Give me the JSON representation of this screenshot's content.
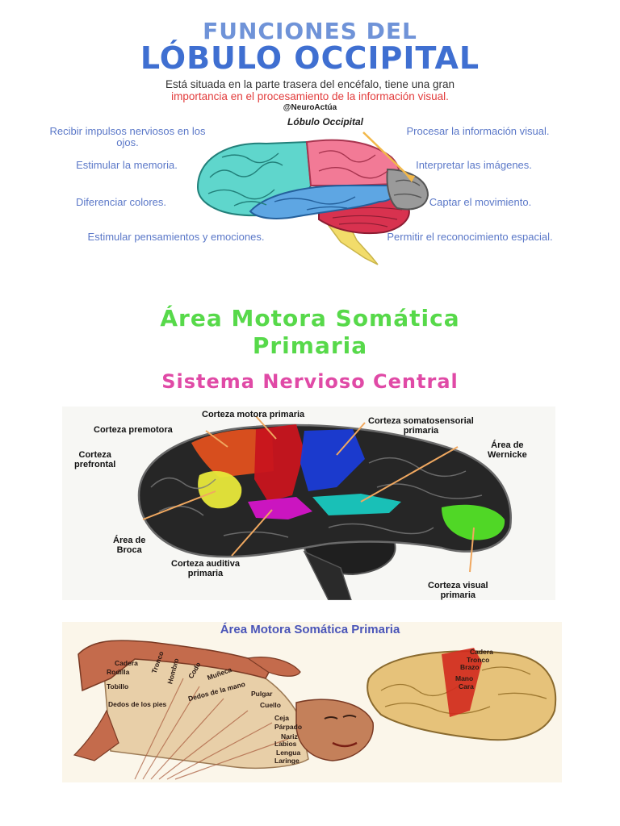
{
  "infographic": {
    "header_line1": "FUNCIONES DEL",
    "header_line2": "LÓBULO OCCIPITAL",
    "intro_line1": "Está situada en la parte trasera del encéfalo, tiene una gran",
    "intro_line2": "importancia en el procesamiento de la información visual.",
    "handle": "@NeuroActúa",
    "brain_label": "Lóbulo Occipital",
    "left_functions": [
      "Recibir impulsos nerviosos en los ojos.",
      "Estimular la memoria.",
      "Diferenciar colores.",
      "Estimular pensamientos y emociones."
    ],
    "right_functions": [
      "Procesar la información visual.",
      "Interpretar las imágenes.",
      "Captar el movimiento.",
      "Permitir el reconocimiento espacial."
    ],
    "colors": {
      "frontal": "#5fd6cc",
      "parietal": "#f27a96",
      "temporal": "#5ea6e3",
      "occipital": "#9a9a9a",
      "cerebellum": "#d8324f",
      "brainstem": "#f2dc6a",
      "accent_red": "#e23b3b"
    }
  },
  "headings": {
    "title_line1": "Área Motora Somática",
    "title_line2": "Primaria",
    "subtitle": "Sistema Nervioso Central"
  },
  "brain_map": {
    "labels": {
      "motora": "Corteza motora primaria",
      "premotora": "Corteza premotora",
      "somato_1": "Corteza somatosensorial",
      "somato_2": "primaria",
      "prefrontal_1": "Corteza",
      "prefrontal_2": "prefrontal",
      "wernicke_1": "Área de",
      "wernicke_2": "Wernicke",
      "broca_1": "Área de",
      "broca_2": "Broca",
      "auditiva_1": "Corteza auditiva",
      "auditiva_2": "primaria",
      "visual_1": "Corteza visual",
      "visual_2": "primaria"
    },
    "colors": {
      "premotora": "#e0501e",
      "motora": "#c8141e",
      "somato": "#1a3bd6",
      "prefrontal": "#e8e83a",
      "auditiva": "#d414c8",
      "wernicke": "#18d2c8",
      "visual": "#52e026",
      "arrow": "#f0a860"
    }
  },
  "homunculus": {
    "title": "Área Motora Somática Primaria",
    "parts": [
      "Cadera",
      "Tronco",
      "Hombro",
      "Codo",
      "Muñeca",
      "Rodilla",
      "Tobillo",
      "Dedos de la mano",
      "Pulgar",
      "Cuello",
      "Dedos de los pies",
      "Ceja",
      "Párpado",
      "Nariz",
      "Labios",
      "Lengua",
      "Laringe"
    ],
    "brain_parts": [
      "Cadera",
      "Tronco",
      "Brazo",
      "Mano",
      "Cara"
    ]
  }
}
